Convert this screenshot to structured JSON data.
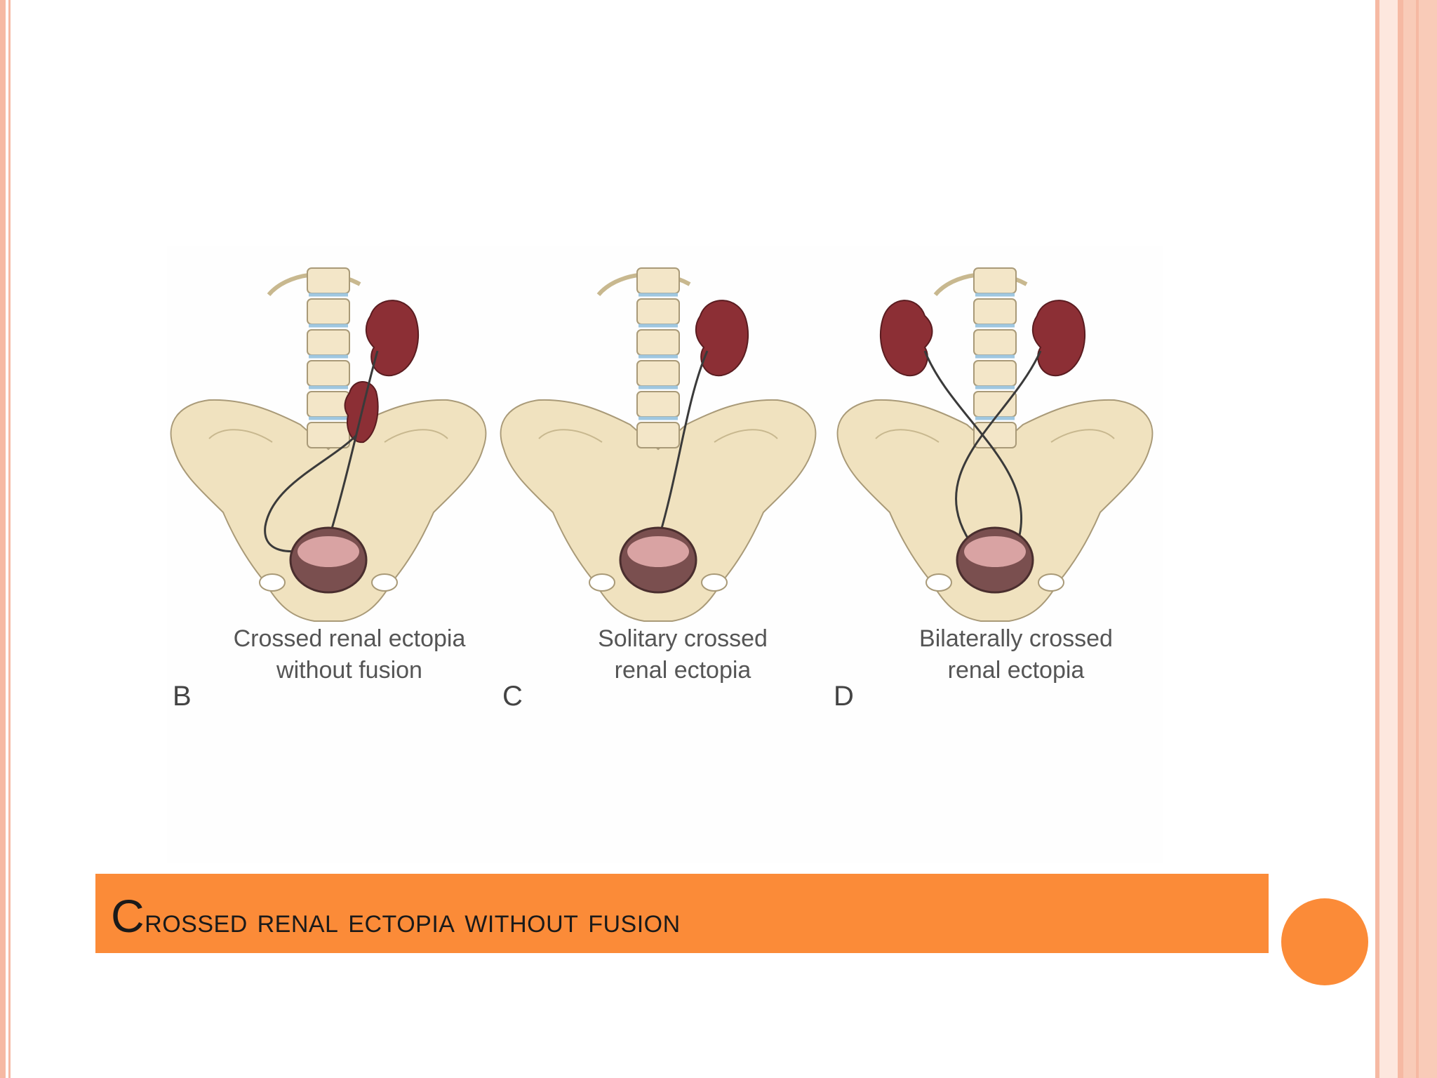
{
  "slide": {
    "title_initial": "C",
    "title_rest": "rossed renal ectopia without fusion"
  },
  "figure": {
    "panels": [
      {
        "letter": "B",
        "caption_line1": "Crossed renal ectopia",
        "caption_line2": "without fusion"
      },
      {
        "letter": "C",
        "caption_line1": "Solitary crossed",
        "caption_line2": "renal ectopia"
      },
      {
        "letter": "D",
        "caption_line1": "Bilaterally crossed",
        "caption_line2": "renal ectopia"
      }
    ]
  },
  "colors": {
    "accent": "#fb8b38",
    "border": "#f6b9a3",
    "bone": "#f0e2bf",
    "kidney": "#8c2f35",
    "bladder": "#7a4f4f"
  }
}
